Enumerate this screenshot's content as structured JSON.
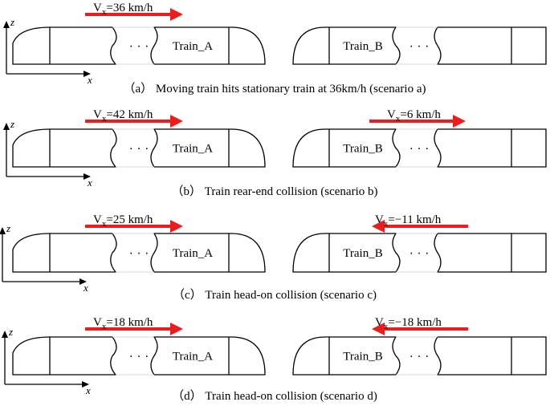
{
  "figure": {
    "scenarios": [
      {
        "id": "a",
        "caption": "（a） Moving train hits stationary train at 36km/h (scenario a)",
        "train_a": {
          "label": "Train_A",
          "velocity_text": "36 km/h",
          "direction": "right"
        },
        "train_b": {
          "label": "Train_B",
          "velocity_text": "",
          "direction": "none"
        }
      },
      {
        "id": "b",
        "caption": "（b） Train rear-end collision (scenario b)",
        "train_a": {
          "label": "Train_A",
          "velocity_text": "42 km/h",
          "direction": "right"
        },
        "train_b": {
          "label": "Train_B",
          "velocity_text": "6 km/h",
          "direction": "right"
        }
      },
      {
        "id": "c",
        "caption": "（c） Train head-on collision (scenario c)",
        "train_a": {
          "label": "Train_A",
          "velocity_text": "25 km/h",
          "direction": "right"
        },
        "train_b": {
          "label": "Train_B",
          "velocity_text": "−11 km/h",
          "direction": "left"
        }
      },
      {
        "id": "d",
        "caption": "（d） Train head-on collision (scenario d)",
        "train_a": {
          "label": "Train_A",
          "velocity_text": "18 km/h",
          "direction": "right"
        },
        "train_b": {
          "label": "Train_B",
          "velocity_text": "−18 km/h",
          "direction": "left"
        }
      }
    ],
    "velocity_symbol": "V",
    "velocity_subscript": "x",
    "axis_labels": {
      "z": "z",
      "x": "x"
    },
    "dots": "· · ·",
    "colors": {
      "arrow": "#ee1c1c",
      "stroke": "#000000"
    }
  }
}
